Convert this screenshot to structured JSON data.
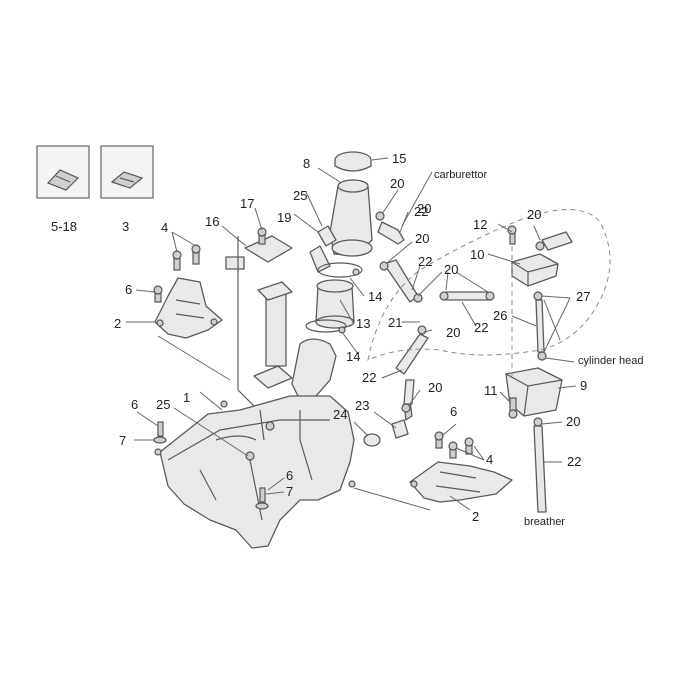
{
  "callouts": [
    "5-18",
    "3",
    "4",
    "6",
    "2",
    "16",
    "17",
    "19",
    "25",
    "8",
    "15",
    "20",
    "22",
    "14",
    "13",
    "21",
    "1",
    "6",
    "25",
    "7",
    "6",
    "7",
    "24",
    "23",
    "22",
    "20",
    "12",
    "20",
    "10",
    "26",
    "27",
    "11",
    "9",
    "20",
    "22",
    "6",
    "4",
    "2",
    "20",
    "20",
    "20"
  ],
  "labels": {
    "carburettor": "carburettor",
    "cylinder_head": "cylinder head",
    "breather": "breather"
  }
}
